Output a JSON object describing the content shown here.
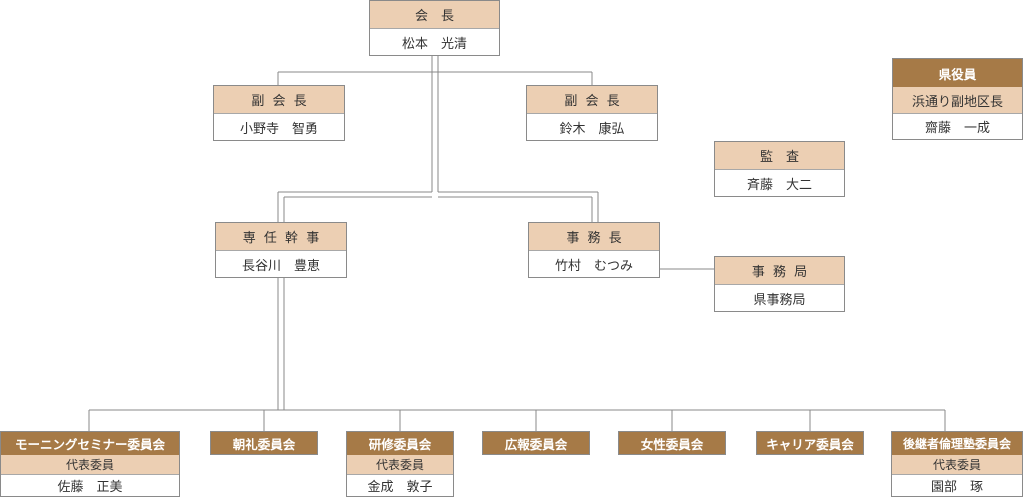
{
  "president": {
    "title": "会　長",
    "name": "松本　光清"
  },
  "vice_presidents": [
    {
      "title": "副 会 長",
      "name": "小野寺　智勇"
    },
    {
      "title": "副 会 長",
      "name": "鈴木　康弘"
    }
  ],
  "prefecture_officer": {
    "title": "県役員",
    "role": "浜通り副地区長",
    "name": "齋藤　一成"
  },
  "auditor": {
    "title": "監　査",
    "name": "斉藤　大二"
  },
  "executive_director": {
    "title": "専 任 幹 事",
    "name": "長谷川　豊恵"
  },
  "secretary_general": {
    "title": "事 務 長",
    "name": "竹村　むつみ"
  },
  "secretariat": {
    "title": "事 務 局",
    "name": "県事務局"
  },
  "committees": [
    {
      "title": "モーニングセミナー委員会",
      "role": "代表委員",
      "name": "佐藤　正美"
    },
    {
      "title": "朝礼委員会"
    },
    {
      "title": "研修委員会",
      "role": "代表委員",
      "name": "金成　敦子"
    },
    {
      "title": "広報委員会"
    },
    {
      "title": "女性委員会"
    },
    {
      "title": "キャリア委員会"
    },
    {
      "title": "後継者倫理塾委員会",
      "role": "代表委員",
      "name": "園部　琢"
    }
  ],
  "colors": {
    "light_header": "#eccfb3",
    "dark_header": "#a67a47",
    "border": "#8a8a8a",
    "line": "#888888"
  }
}
